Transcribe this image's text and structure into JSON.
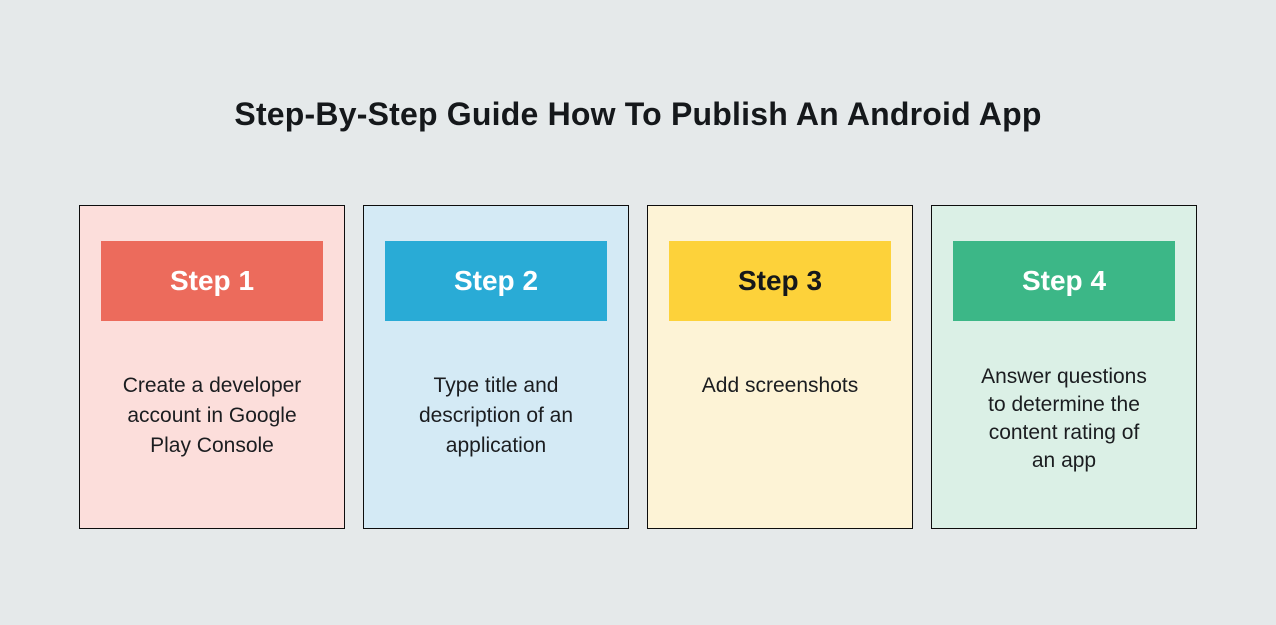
{
  "page": {
    "background": "#e5e9ea",
    "title": "Step-By-Step Guide How To Publish An Android App",
    "title_color": "#15181b",
    "body_text_color": "#1b1d20",
    "card_border_color": "#0d0d0d"
  },
  "cards": [
    {
      "step_label": "Step 1",
      "description": "Create a developer account in Google Play Console",
      "header_color": "#ec6b5c",
      "header_text_color": "#ffffff",
      "bg_color": "#fcdedb"
    },
    {
      "step_label": "Step 2",
      "description": "Type title and description of an application",
      "header_color": "#29abd6",
      "header_text_color": "#ffffff",
      "bg_color": "#d4eaf5"
    },
    {
      "step_label": "Step 3",
      "description": "Add screenshots",
      "header_color": "#fdd23a",
      "header_text_color": "#15181b",
      "bg_color": "#fdf3d6"
    },
    {
      "step_label": "Step 4",
      "description": "Answer questions to determine the content rating of an app",
      "header_color": "#3cb787",
      "header_text_color": "#ffffff",
      "bg_color": "#dbf0e6"
    }
  ]
}
